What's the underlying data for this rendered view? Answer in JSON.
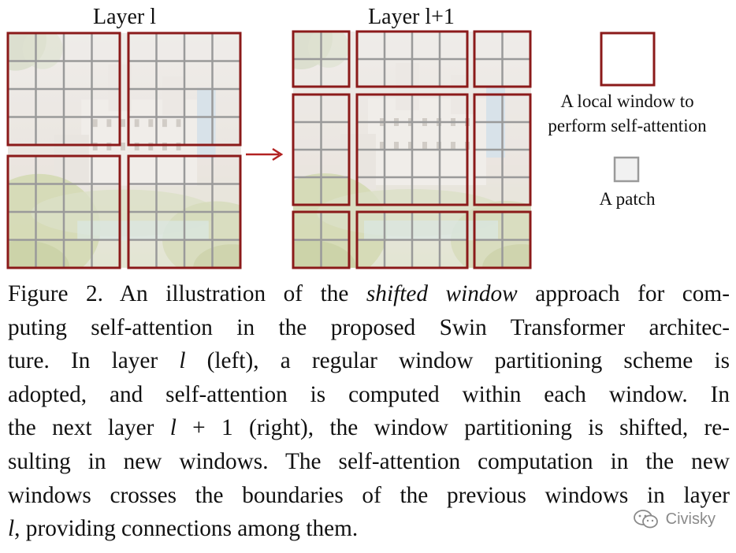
{
  "figure": {
    "layer_l_title": "Layer l",
    "layer_l1_title": "Layer l+1",
    "legend_window_label_line1": "A local window to",
    "legend_window_label_line2": "perform self-attention",
    "legend_patch_label": "A patch"
  },
  "colors": {
    "window_border": "#8b1a1a",
    "patch_grid": "#9a9a9a",
    "arrow": "#b22222"
  },
  "caption": {
    "lines": [
      [
        "Figure 2. An illustration of the ",
        {
          "i": "shifted window"
        },
        " approach for com-"
      ],
      [
        "puting self-attention in the proposed Swin Transformer architec-"
      ],
      [
        "ture.  In layer ",
        {
          "i": "l"
        },
        " (left), a regular window partitioning scheme is"
      ],
      [
        "adopted, and self-attention is computed within each window.  In"
      ],
      [
        "the next layer ",
        {
          "i": "l"
        },
        " + 1 (right), the window partitioning is shifted, re-"
      ],
      [
        "sulting in new windows. The self-attention computation in the new"
      ],
      [
        "windows crosses the boundaries of the previous windows in layer"
      ],
      [
        {
          "i": "l"
        },
        ", providing connections among them."
      ]
    ]
  },
  "watermark": {
    "text": "Civisky",
    "icon": "wechat-icon"
  }
}
